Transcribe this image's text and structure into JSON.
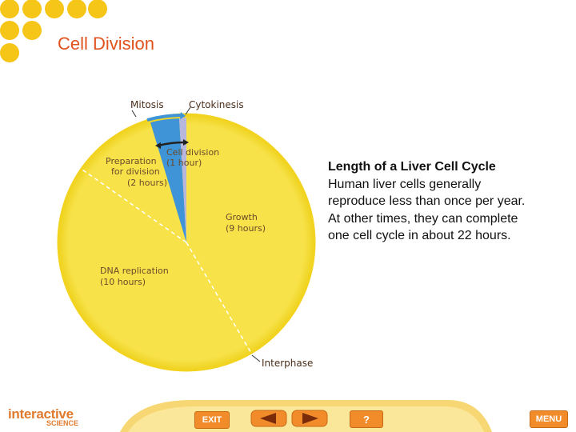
{
  "header": {
    "title": "Cell Division"
  },
  "diagram": {
    "labels": {
      "mitosis": "Mitosis",
      "cytokinesis": "Cytokinesis",
      "cell_division_line1": "Cell division",
      "cell_division_line2": "(1 hour)",
      "prep_line1": "Preparation",
      "prep_line2": "for division",
      "prep_line3": "(2 hours)",
      "growth_line1": "Growth",
      "growth_line2": "(9 hours)",
      "dna_line1": "DNA replication",
      "dna_line2": "(10 hours)",
      "interphase": "Interphase"
    },
    "phases": [
      {
        "name": "Growth",
        "hours": 9
      },
      {
        "name": "DNA replication",
        "hours": 10
      },
      {
        "name": "Preparation for division",
        "hours": 2
      },
      {
        "name": "Cell division",
        "hours": 1
      }
    ],
    "total_hours": 22,
    "colors": {
      "interphase": "#f7e24a",
      "interphase_edge": "#f2d320",
      "mitosis": "#3e94d6",
      "cytokinesis": "#b7b7dd",
      "arrow": "#222222"
    }
  },
  "description": {
    "heading": "Length of a Liver Cell Cycle",
    "body": "Human liver cells generally reproduce less than once per year. At other times, they can complete one cell cycle in about 22 hours."
  },
  "footer": {
    "logo_main": "interactive",
    "logo_sub": "SCIENCE",
    "exit_label": "EXIT",
    "help_label": "?",
    "menu_label": "MENU"
  },
  "theme": {
    "accent": "#e0521e",
    "dots": "#f5c518",
    "button": "#f28c2a"
  }
}
